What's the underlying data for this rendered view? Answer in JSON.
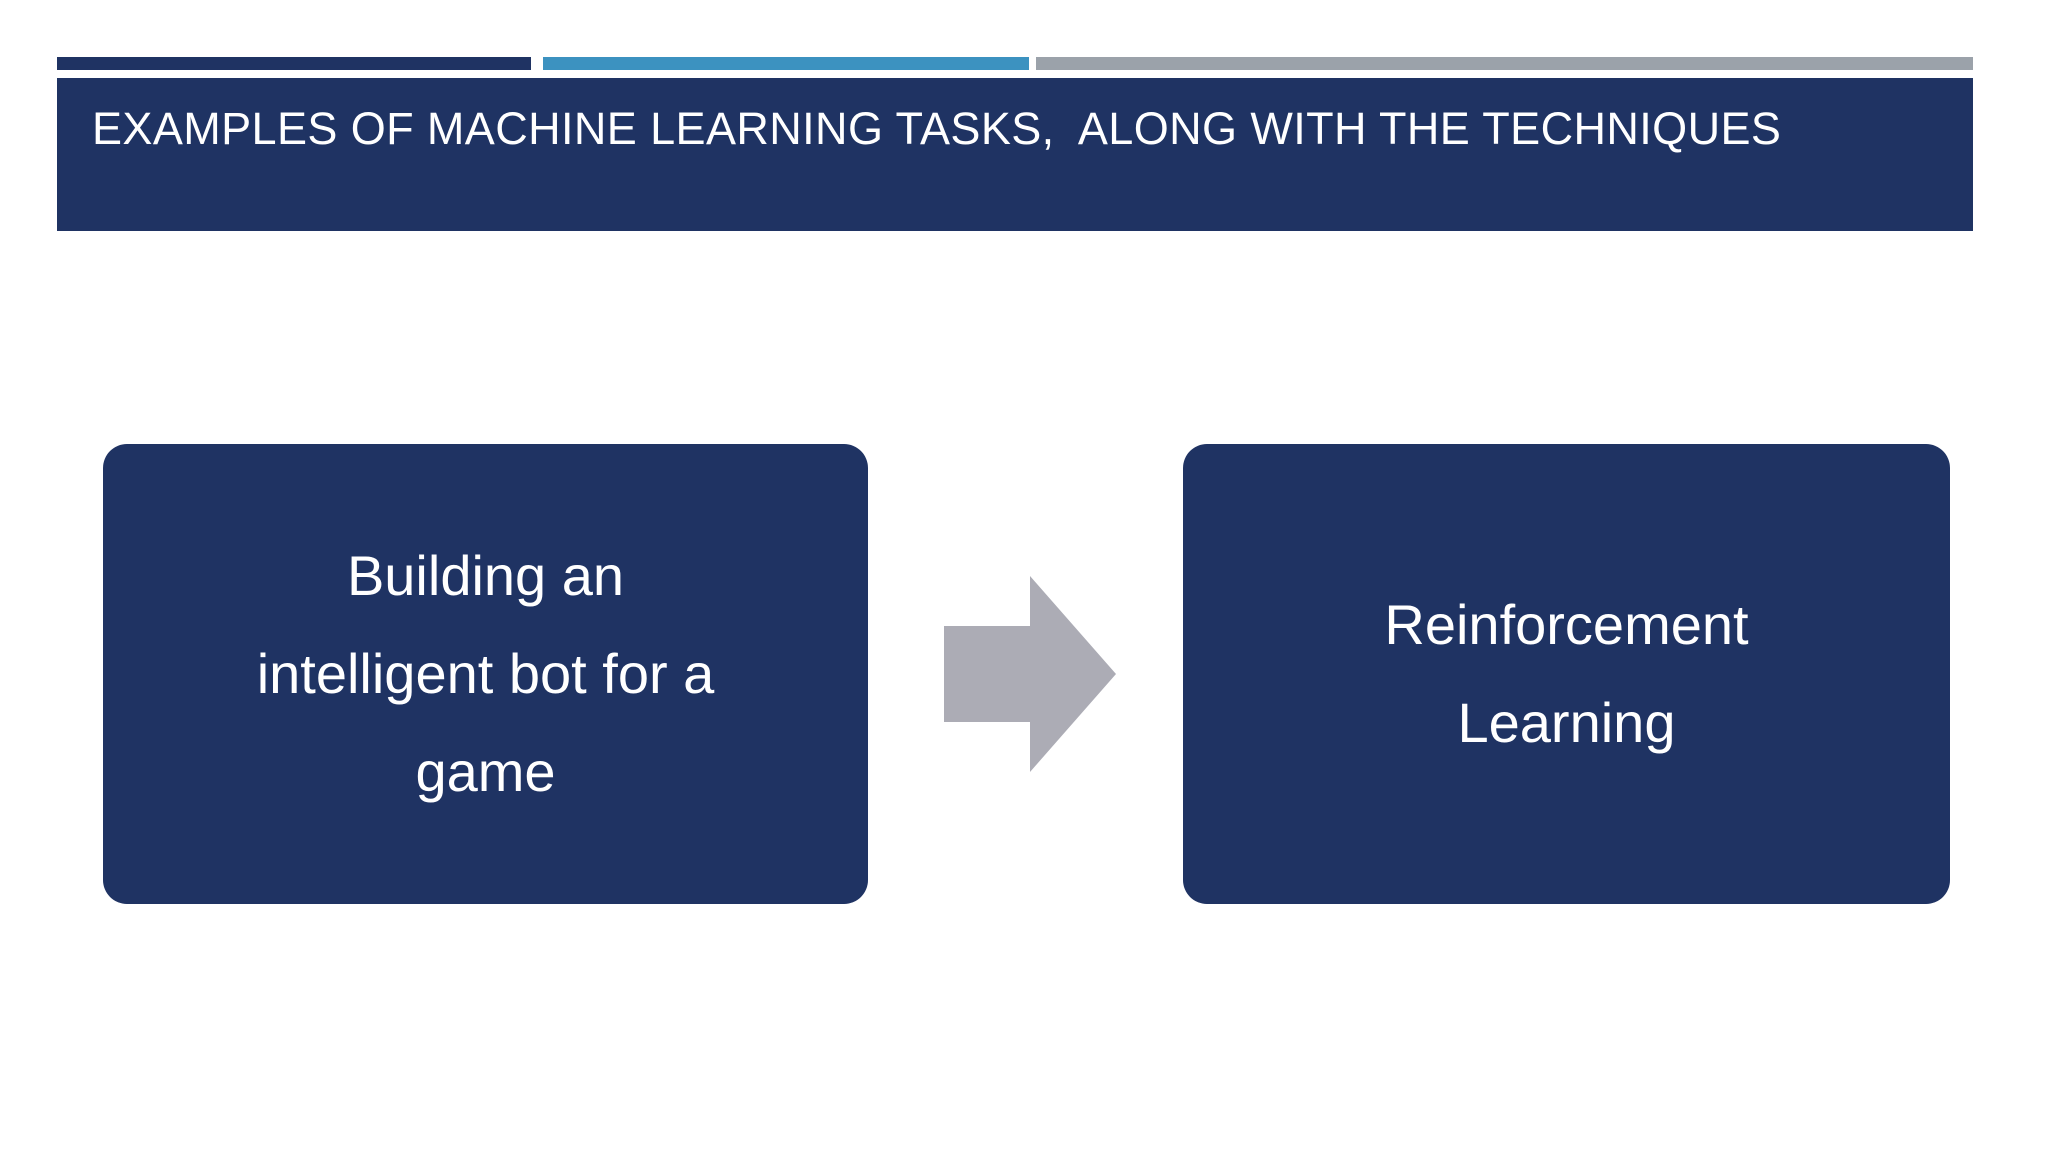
{
  "slide": {
    "background_color": "#FFFFFF",
    "accent_navy": "#1F3363",
    "accent_blue": "#3C92C0",
    "accent_grey": "#9BA2AA",
    "text_color": "#FFFFFF"
  },
  "top_rule": {
    "segments": [
      {
        "name": "navy-segment",
        "color": "#1F3363"
      },
      {
        "name": "blue-segment",
        "color": "#3C92C0"
      },
      {
        "name": "grey-segment",
        "color": "#9BA2AA"
      }
    ]
  },
  "header": {
    "title": "EXAMPLES OF MACHINE LEARNING TASKS,  ALONG WITH THE TECHNIQUES"
  },
  "diagram": {
    "source_box": {
      "label": "Building an\nintelligent bot for a\ngame"
    },
    "connector": {
      "icon": "right-arrow-icon",
      "color": "#ACACB5"
    },
    "target_box": {
      "label": "Reinforcement\nLearning"
    }
  }
}
